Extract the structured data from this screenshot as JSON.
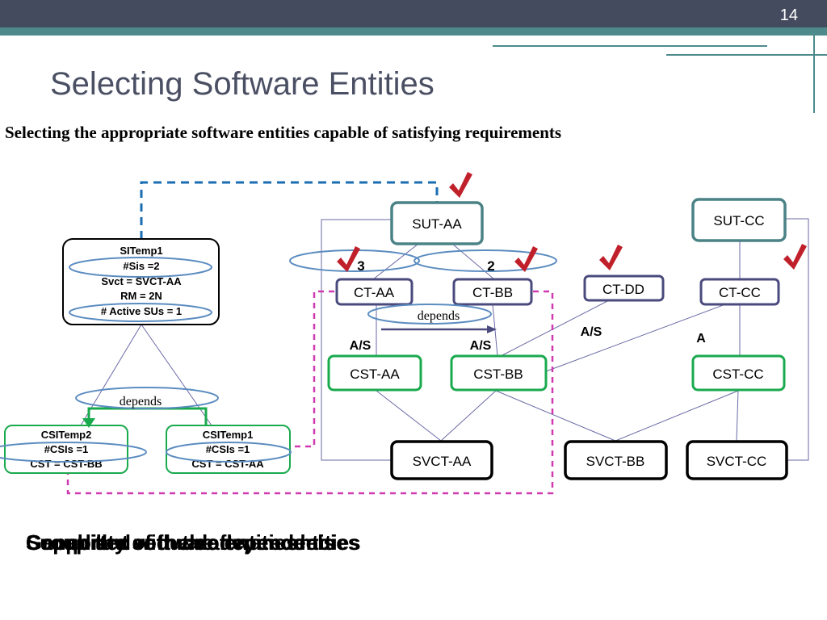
{
  "slide": {
    "number": "14",
    "title": "Selecting Software Entities",
    "subtitle": "Selecting the appropriate software entities capable of satisfying requirements",
    "captions": [
      "Capability of the software entities",
      "Supported redundancy models",
      "Compliant with the dependencies",
      "Group the software entities"
    ]
  },
  "diagram": {
    "sitemp": {
      "name": "SITemp1",
      "sis": "#Sis =2",
      "svct": "Svct = SVCT-AA",
      "rm": "RM = 2N",
      "active": "# Active SUs  = 1"
    },
    "csitemp2": {
      "name": "CSITemp2",
      "csis": "#CSIs =1",
      "cst": "CST = CST-BB"
    },
    "csitemp1": {
      "name": "CSITemp1",
      "csis": "#CSIs =1",
      "cst": "CST = CST-AA"
    },
    "sut_aa": "SUT-AA",
    "sut_cc": "SUT-CC",
    "ct_aa": "CT-AA",
    "ct_bb": "CT-BB",
    "ct_dd": "CT-DD",
    "ct_cc": "CT-CC",
    "cst_aa": "CST-AA",
    "cst_bb": "CST-BB",
    "cst_cc": "CST-CC",
    "svct_aa": "SVCT-AA",
    "svct_bb": "SVCT-BB",
    "svct_cc": "SVCT-CC",
    "num_3": "3",
    "num_2": "2",
    "depends_top": "depends",
    "depends_left": "depends",
    "as_1": "A/S",
    "as_2": "A/S",
    "as_3": "A/S",
    "a": "A"
  },
  "colors": {
    "teal_box": "#4a8286",
    "purple_box": "#4a4a7e",
    "green_box": "#1aaa4e",
    "black_box": "#000000",
    "ellipse": "#5b8cc0",
    "blue_dash": "#1a6db2",
    "magenta_dash": "#d03ab0",
    "check": "#c0202a",
    "line": "#6a6aa6"
  }
}
